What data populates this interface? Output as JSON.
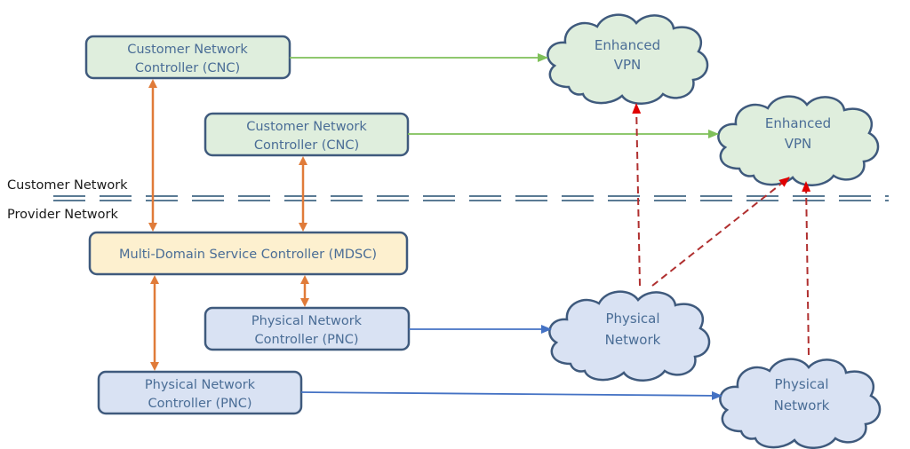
{
  "zones": {
    "customer_label": "Customer Network",
    "provider_label": "Provider Network"
  },
  "nodes": {
    "cnc1": {
      "line1": "Customer Network",
      "line2": "Controller (CNC)"
    },
    "cnc2": {
      "line1": "Customer Network",
      "line2": "Controller (CNC)"
    },
    "mdsc": {
      "line1": "Multi-Domain Service Controller (MDSC)"
    },
    "pnc1": {
      "line1": "Physical Network",
      "line2": "Controller (PNC)"
    },
    "pnc2": {
      "line1": "Physical Network",
      "line2": "Controller (PNC)"
    },
    "vpn1": {
      "line1": "Enhanced",
      "line2": "VPN"
    },
    "vpn2": {
      "line1": "Enhanced",
      "line2": "VPN"
    },
    "phys1": {
      "line1": "Physical",
      "line2": "Network"
    },
    "phys2": {
      "line1": "Physical",
      "line2": "Network"
    }
  },
  "colors": {
    "cnc_fill": "#dfeedd",
    "mdsc_fill": "#fdf0cf",
    "pnc_fill": "#d9e2f3",
    "vpn_fill": "#dfeedd",
    "phys_fill": "#d9e2f3",
    "border": "#3f5a7d",
    "orange_arrow": "#e07b39",
    "green_arrow": "#7fc05a",
    "blue_arrow": "#4472c4",
    "red_dashed": "#c00000",
    "separator": "#5a7a94"
  },
  "edges": [
    {
      "from": "cnc1",
      "to": "vpn1",
      "style": "green-solid"
    },
    {
      "from": "cnc2",
      "to": "vpn2",
      "style": "green-solid"
    },
    {
      "from": "cnc1",
      "to": "mdsc",
      "style": "orange-bidirectional"
    },
    {
      "from": "cnc2",
      "to": "mdsc",
      "style": "orange-bidirectional"
    },
    {
      "from": "mdsc",
      "to": "pnc1",
      "style": "orange-bidirectional"
    },
    {
      "from": "mdsc",
      "to": "pnc2",
      "style": "orange-bidirectional"
    },
    {
      "from": "pnc1",
      "to": "phys1",
      "style": "blue-solid"
    },
    {
      "from": "pnc2",
      "to": "phys2",
      "style": "blue-solid"
    },
    {
      "from": "phys1",
      "to": "vpn1",
      "style": "red-dashed"
    },
    {
      "from": "phys1",
      "to": "vpn2",
      "style": "red-dashed"
    },
    {
      "from": "phys2",
      "to": "vpn2",
      "style": "red-dashed"
    }
  ]
}
